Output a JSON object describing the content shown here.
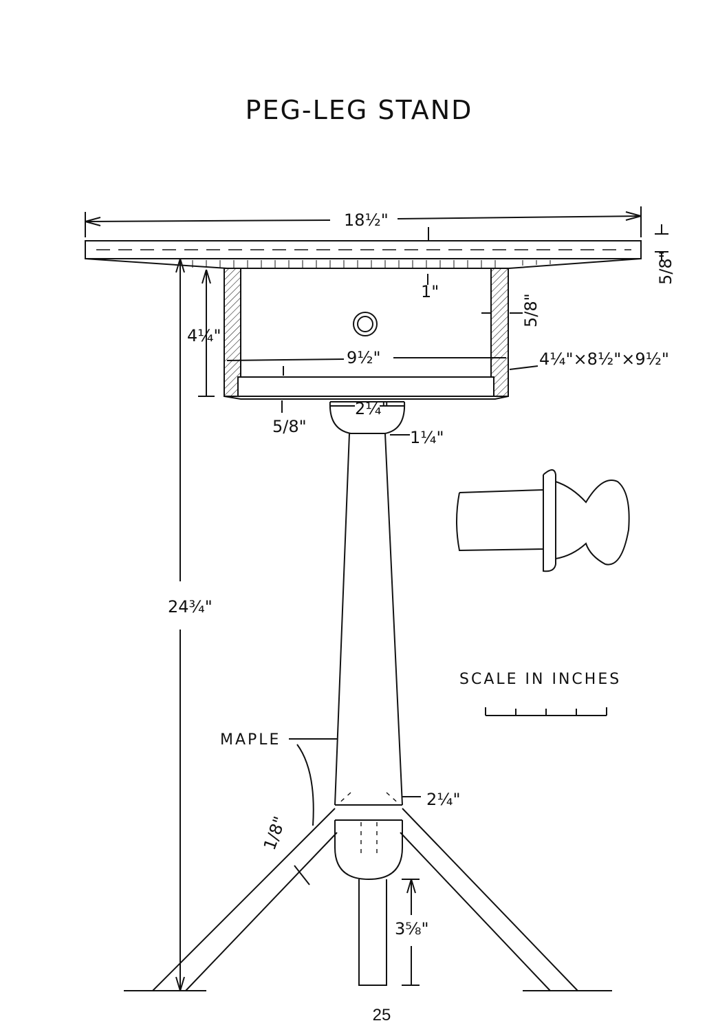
{
  "title": "PEG-LEG STAND",
  "page_number": "25",
  "dimensions": {
    "top_width": "18½\"",
    "top_thickness": "5/8\"",
    "overhang": "1\"",
    "drawer_height": "4¼\"",
    "drawer_side": "5/8\"",
    "drawer_width": "9½\"",
    "drawer_size": "4¼\"×8½\"×9½\"",
    "drawer_bottom": "5/8\"",
    "collar": "2¼\"",
    "neck": "1¼\"",
    "overall_height": "24¾\"",
    "leg_diameter": "2¼\"",
    "leg_peg": "1/8\"",
    "foot_height": "3⅝\""
  },
  "labels": {
    "maple": "MAPLE",
    "scale": "SCALE IN INCHES"
  },
  "scale_ticks": 5
}
